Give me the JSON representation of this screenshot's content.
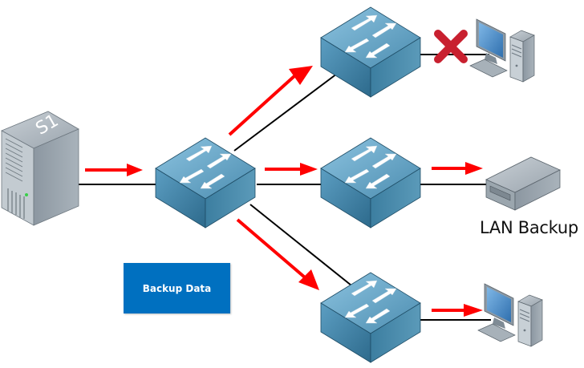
{
  "diagram": {
    "title": "Unicast backup data flow through switches",
    "server": {
      "label": "S1"
    },
    "backup_device": {
      "label": "LAN Backup"
    },
    "legend": {
      "label": "Backup Data",
      "color": "#0070c0"
    },
    "colors": {
      "flow_arrow": "#ff0000",
      "link": "#000000",
      "switch_top": "#6fa9c9",
      "switch_side": "#3f7f9f",
      "blocked_x": "#c8202f"
    },
    "nodes": [
      {
        "id": "server-s1",
        "type": "server",
        "label": "S1"
      },
      {
        "id": "switch-center",
        "type": "switch"
      },
      {
        "id": "switch-top",
        "type": "switch"
      },
      {
        "id": "switch-middle",
        "type": "switch"
      },
      {
        "id": "switch-bottom",
        "type": "switch"
      },
      {
        "id": "pc-top",
        "type": "workstation"
      },
      {
        "id": "lan-backup",
        "type": "storage",
        "label": "LAN Backup"
      },
      {
        "id": "pc-bottom",
        "type": "workstation"
      }
    ],
    "links": [
      {
        "from": "server-s1",
        "to": "switch-center",
        "flow": true
      },
      {
        "from": "switch-center",
        "to": "switch-top",
        "flow": true
      },
      {
        "from": "switch-center",
        "to": "switch-middle",
        "flow": true
      },
      {
        "from": "switch-center",
        "to": "switch-bottom",
        "flow": true
      },
      {
        "from": "switch-top",
        "to": "pc-top",
        "flow": false,
        "blocked": true
      },
      {
        "from": "switch-middle",
        "to": "lan-backup",
        "flow": true
      },
      {
        "from": "switch-bottom",
        "to": "pc-bottom",
        "flow": true
      }
    ]
  }
}
